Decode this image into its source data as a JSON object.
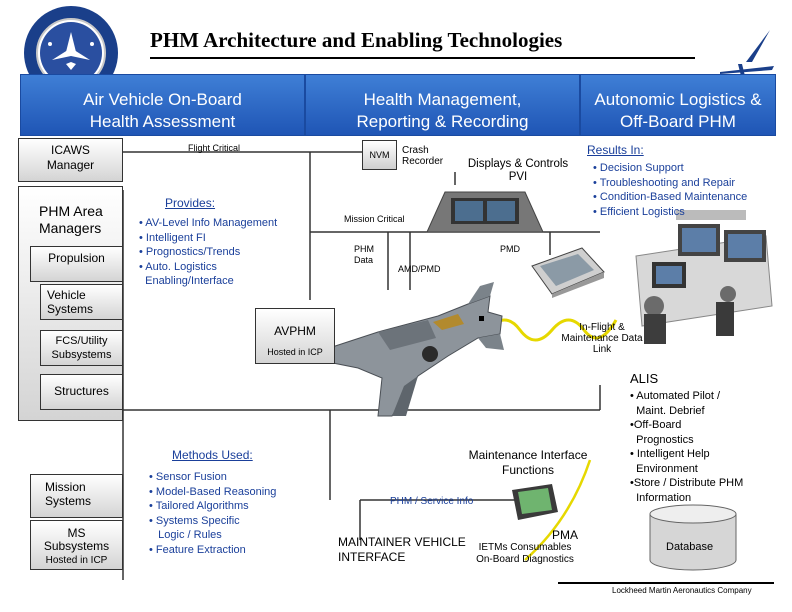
{
  "title": "PHM Architecture and Enabling Technologies",
  "headers": {
    "onboard": "Air Vehicle On-Board Health Assessment",
    "reporting": "Health Management, Reporting & Recording",
    "logistics": "Autonomic Logistics & Off-Board PHM"
  },
  "left": {
    "icaws": "ICAWS Manager",
    "flight_critical": "Flight Critical",
    "phm_area": "PHM Area Managers",
    "propulsion": "Propulsion",
    "vehicle_systems": "Vehicle Systems",
    "fcs": "FCS/Utility Subsystems",
    "structures": "Structures",
    "mission_systems": "Mission Systems",
    "ms_subsystems": "MS Subsystems",
    "hosted_icp_bottom": "Hosted in ICP"
  },
  "provides": {
    "heading": "Provides:",
    "items": [
      "• AV-Level Info Management",
      "• Intelligent FI",
      "• Prognostics/Trends",
      "• Auto. Logistics",
      "  Enabling/Interface"
    ]
  },
  "methods": {
    "heading": "Methods Used:",
    "items": [
      "• Sensor Fusion",
      "• Model-Based Reasoning",
      "• Tailored Algorithms",
      "• Systems Specific",
      "   Logic / Rules",
      "• Feature Extraction"
    ]
  },
  "center": {
    "nvm": "NVM",
    "crash_recorder": "Crash Recorder",
    "displays": "Displays & Controls PVI",
    "mission_critical": "Mission Critical",
    "phm_data": "PHM Data",
    "amd_pmd": "AMD/PMD",
    "pmd": "PMD",
    "avphm": "AVPHM",
    "hosted_icp": "Hosted in ICP",
    "datalink": "In-Flight & Maintenance Data Link",
    "maint_interface": "Maintenance Interface Functions",
    "phm_service": "PHM / Service Info",
    "maintainer": "MAINTAINER VEHICLE INTERFACE",
    "pma": "PMA",
    "ietms": "IETMs Consumables On-Board Diagnostics"
  },
  "results": {
    "heading": "Results In:",
    "items": [
      "• Decision Support",
      "• Troubleshooting and Repair",
      "• Condition-Based Maintenance",
      "• Efficient Logistics"
    ]
  },
  "alis": {
    "heading": "ALIS",
    "items": [
      "• Automated Pilot /",
      "  Maint. Debrief",
      "•Off-Board",
      "  Prognostics",
      "• Intelligent Help",
      "  Environment",
      "•Store / Distribute PHM",
      "  Information"
    ],
    "database": "Database"
  },
  "footer": "Lockheed Martin Aeronautics Company",
  "colors": {
    "header_blue": "#2a63c4",
    "text_blue": "#1a3f9a",
    "link_yellow": "#e6d800"
  }
}
